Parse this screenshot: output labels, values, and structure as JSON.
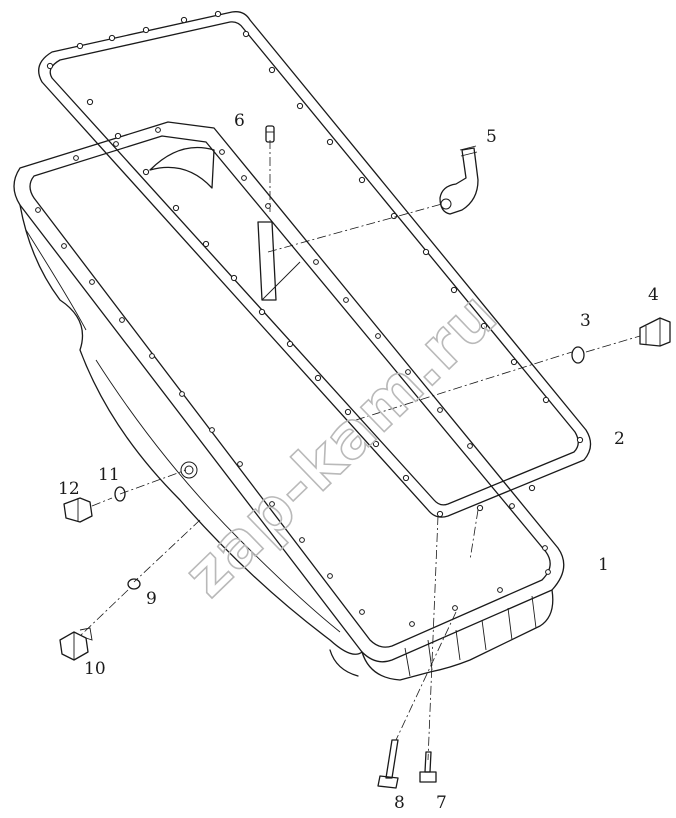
{
  "watermark": "zap-kam.ru",
  "callouts": [
    "1",
    "2",
    "3",
    "4",
    "5",
    "6",
    "7",
    "8",
    "9",
    "10",
    "11",
    "12"
  ]
}
